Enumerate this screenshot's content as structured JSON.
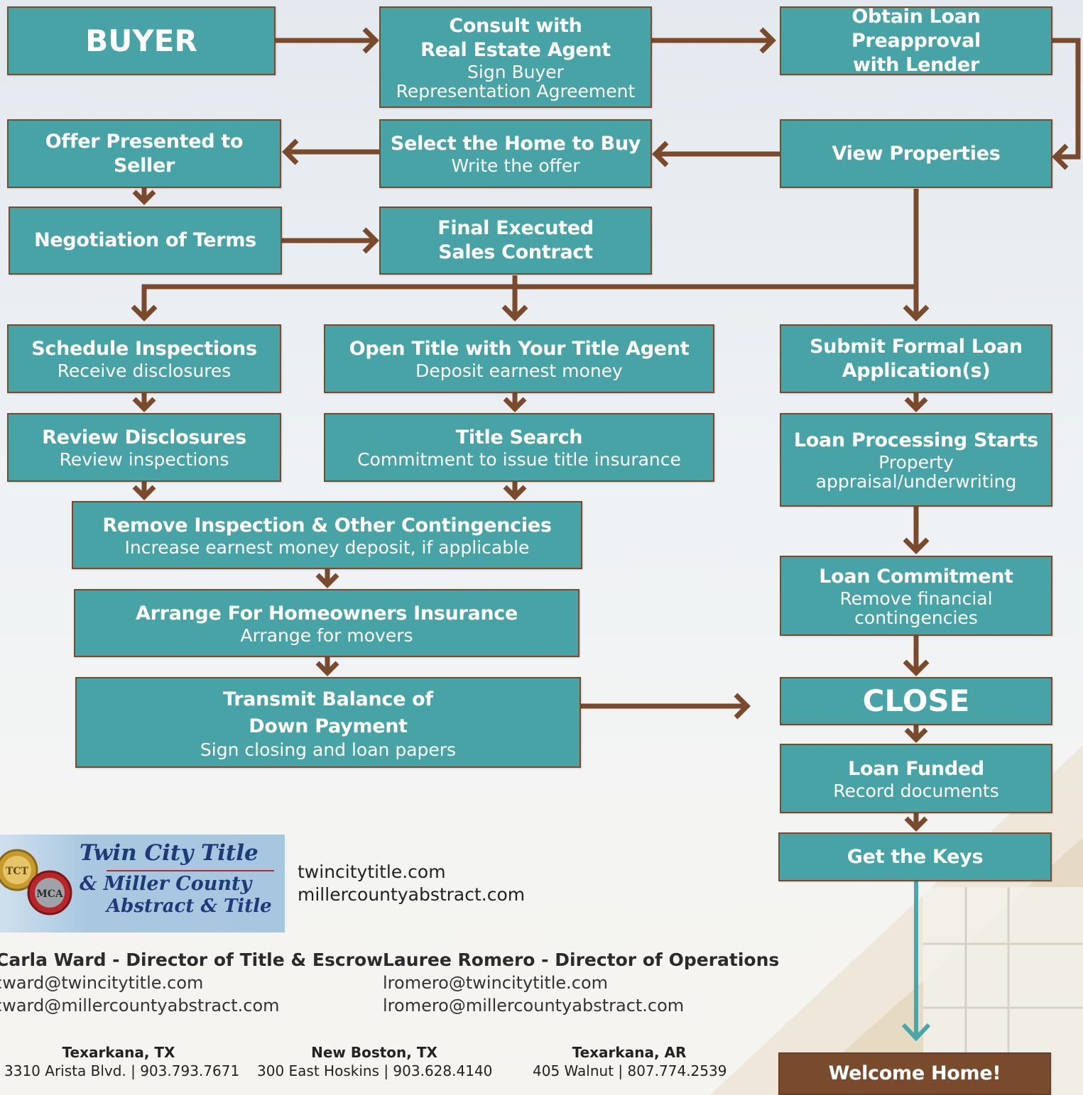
{
  "steps": {
    "buyer": {
      "title": "BUYER"
    },
    "consult": {
      "title": "Consult with\nReal Estate Agent",
      "sub": "Sign Buyer\nRepresentation Agreement"
    },
    "preapproval": {
      "title": "Obtain Loan Preapproval\nwith Lender"
    },
    "offer": {
      "title": "Offer Presented to Seller"
    },
    "select": {
      "title": "Select the Home to Buy",
      "sub": "Write the offer"
    },
    "view": {
      "title": "View Properties"
    },
    "negotiation": {
      "title": "Negotiation of Terms"
    },
    "final": {
      "title": "Final Executed\nSales Contract"
    },
    "inspections": {
      "title": "Schedule Inspections",
      "sub": "Receive disclosures"
    },
    "open_title": {
      "title": "Open Title with Your Title Agent",
      "sub": "Deposit earnest money"
    },
    "submit_loan": {
      "title": "Submit Formal Loan\nApplication(s)"
    },
    "review": {
      "title": "Review Disclosures",
      "sub": "Review inspections"
    },
    "title_search": {
      "title": "Title Search",
      "sub": "Commitment to issue title insurance"
    },
    "processing": {
      "title": "Loan Processing Starts",
      "sub": "Property\nappraisal/underwriting"
    },
    "remove": {
      "title": "Remove Inspection & Other Contingencies",
      "sub": "Increase earnest money deposit, if applicable"
    },
    "commitment": {
      "title": "Loan Commitment",
      "sub": "Remove financial\ncontingencies"
    },
    "insurance": {
      "title": "Arrange For Homeowners Insurance",
      "sub": "Arrange for movers"
    },
    "transmit": {
      "title": "Transmit Balance of\nDown Payment",
      "sub": "Sign closing and loan papers"
    },
    "close": {
      "title": "CLOSE"
    },
    "funded": {
      "title": "Loan Funded",
      "sub": "Record documents"
    },
    "keys": {
      "title": "Get the Keys"
    },
    "welcome": {
      "title": "Welcome Home!"
    }
  },
  "logo": {
    "line1": "Twin City Title",
    "line2": "& Miller County",
    "line3": "Abstract & Title",
    "seal1": "TCT",
    "seal2": "MCA"
  },
  "websites": [
    "twincitytitle.com",
    "millercountyabstract.com"
  ],
  "contacts": [
    {
      "name": "Carla Ward - Director of Title & Escrow",
      "emails": [
        "cward@twincitytitle.com",
        "cward@millercountyabstract.com"
      ]
    },
    {
      "name": "Lauree Romero - Director of Operations",
      "emails": [
        "lromero@twincitytitle.com",
        "lromero@millercountyabstract.com"
      ]
    }
  ],
  "offices": [
    {
      "city": "Texarkana, TX",
      "address": "3310 Arista Blvd. | 903.793.7671"
    },
    {
      "city": "New Boston, TX",
      "address": "300 East Hoskins | 903.628.4140"
    },
    {
      "city": "Texarkana, AR",
      "address": "405 Walnut | 807.774.2539"
    }
  ],
  "colors": {
    "box": "#47a3a5",
    "arrow": "#7a4a2c",
    "final_arrow": "#4aa6a8",
    "welcome": "#7a4a2c"
  }
}
